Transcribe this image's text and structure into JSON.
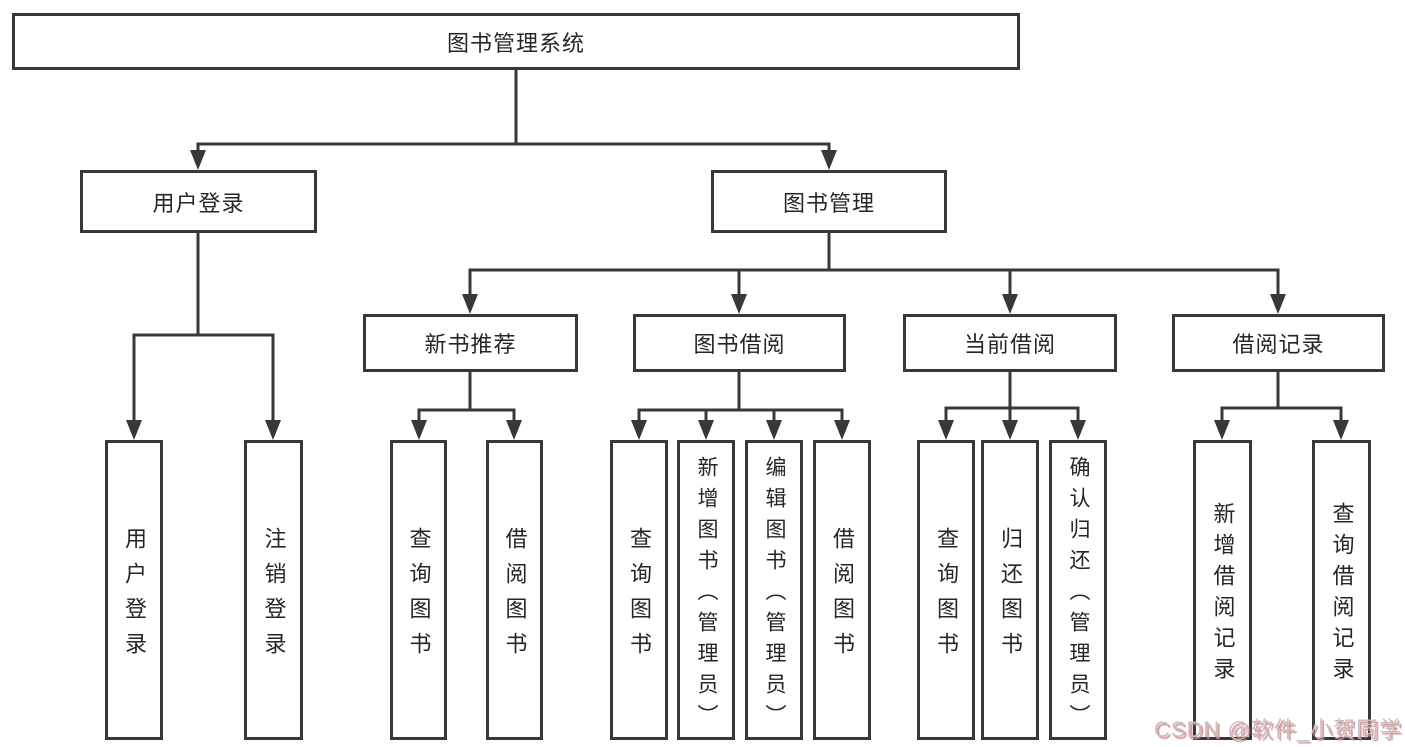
{
  "diagram": {
    "nodes": {
      "root": {
        "label": "图书管理系统"
      },
      "login": {
        "label": "用户登录"
      },
      "mgmt": {
        "label": "图书管理"
      },
      "login_user": {
        "label": "用户登录"
      },
      "login_logout": {
        "label": "注销登录"
      },
      "rec": {
        "label": "新书推荐"
      },
      "borrow": {
        "label": "图书借阅"
      },
      "current": {
        "label": "当前借阅"
      },
      "records": {
        "label": "借阅记录"
      },
      "rec_query": {
        "label": "查询图书"
      },
      "rec_borrow": {
        "label": "借阅图书"
      },
      "borrow_query": {
        "label": "查询图书"
      },
      "borrow_add": {
        "label": "新增图书（管理员）"
      },
      "borrow_edit": {
        "label": "编辑图书（管理员）"
      },
      "borrow_borrow": {
        "label": "借阅图书"
      },
      "cur_query": {
        "label": "查询图书"
      },
      "cur_return": {
        "label": "归还图书"
      },
      "cur_confirm": {
        "label": "确认归还（管理员）"
      },
      "rcd_add": {
        "label": "新增借阅记录"
      },
      "rcd_query": {
        "label": "查询借阅记录"
      }
    },
    "structure": {
      "root": [
        "login",
        "mgmt"
      ],
      "login": [
        "login_user",
        "login_logout"
      ],
      "mgmt": [
        "rec",
        "borrow",
        "current",
        "records"
      ],
      "rec": [
        "rec_query",
        "rec_borrow"
      ],
      "borrow": [
        "borrow_query",
        "borrow_add",
        "borrow_edit",
        "borrow_borrow"
      ],
      "current": [
        "cur_query",
        "cur_return",
        "cur_confirm"
      ],
      "records": [
        "rcd_add",
        "rcd_query"
      ]
    },
    "colors": {
      "line": "#383838",
      "text": "#262626",
      "background": "#ffffff"
    }
  },
  "watermark": {
    "text": "CSDN @软件_小贺同学",
    "color": "#c2c2c2",
    "shadow": "#e08a8a"
  }
}
